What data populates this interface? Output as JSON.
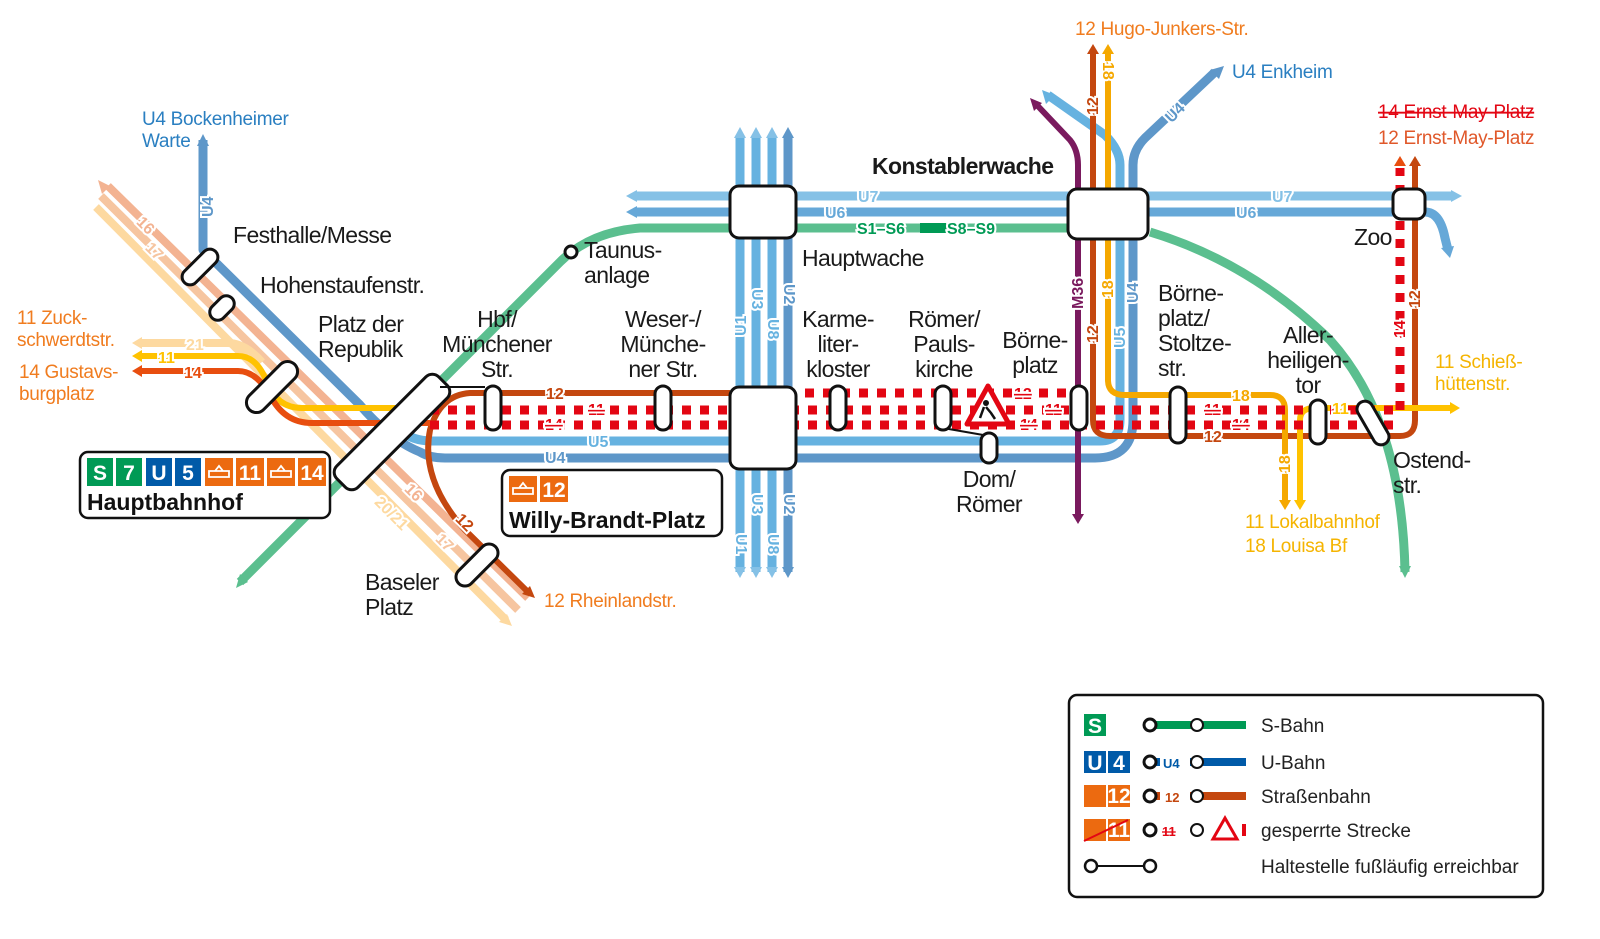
{
  "colors": {
    "sbahn": "#5bbf8f",
    "sbahn_dark": "#009a55",
    "ubahn_dark": "#005aa8",
    "u4": "#5e97c9",
    "u5": "#66b2e0",
    "u6": "#66a8d8",
    "u7": "#85c1e6",
    "tram12": "#c4470f",
    "tram11": "#ffc200",
    "tram14": "#e84e0f",
    "tram18": "#f5a800",
    "tram16": "#f3b392",
    "tram17": "#f6c5a0",
    "tram20_21": "#fdd9a0",
    "closed": "#e30613",
    "m36": "#7a1a5e",
    "tram_badge": "#ec6a10"
  },
  "stations": {
    "festhalle": "Festhalle/Messe",
    "hohenstaufen": "Hohenstaufenstr.",
    "platz_republik": [
      "Platz der",
      "Republik"
    ],
    "hbf_muenchener": [
      "Hbf/",
      "Münchener",
      "Str."
    ],
    "taunusanlage": [
      "Taunus-",
      "anlage"
    ],
    "weser": [
      "Weser-/",
      "Münche-",
      "ner Str."
    ],
    "hauptwache": "Hauptwache",
    "karmeliter": [
      "Karme-",
      "liter-",
      "kloster"
    ],
    "roemer": [
      "Römer/",
      "Pauls-",
      "kirche"
    ],
    "dom": [
      "Dom/",
      "Römer"
    ],
    "boerneplatz": [
      "Börne-",
      "platz"
    ],
    "konstabler": "Konstablerwache",
    "boerneplatz_stoltze": [
      "Börne-",
      "platz/",
      "Stoltze-",
      "str."
    ],
    "allerheiligentor": [
      "Aller-",
      "heiligen-",
      "tor"
    ],
    "zoo": "Zoo",
    "ostendstr": [
      "Ostend-",
      "str."
    ],
    "baseler": [
      "Baseler",
      "Platz"
    ]
  },
  "hauptbahnhof": {
    "name": "Hauptbahnhof",
    "badges": [
      "S",
      "7",
      "U",
      "5",
      "11",
      "14"
    ]
  },
  "willy_brandt": {
    "name": "Willy-Brandt-Platz",
    "badge": "12"
  },
  "destinations": {
    "u4_bockenheimer": [
      "U4 Bockenheimer",
      "Warte"
    ],
    "zuckschwerdt": [
      "11 Zuck-",
      "schwerdtstr."
    ],
    "gustavsburg": [
      "14 Gustavs-",
      "burgplatz"
    ],
    "rheinland": "12 Rheinlandstr.",
    "hugo_junkers": "12 Hugo-Junkers-Str.",
    "enkheim": "U4 Enkheim",
    "ernst_may_14": "14 Ernst-May-Platz",
    "ernst_may_12": "12 Ernst-May-Platz",
    "schiesshuetten": [
      "11 Schieß-",
      "hüttenstr."
    ],
    "lokalbahnhof": "11 Lokalbahnhof",
    "louisa": "18 Louisa Bf"
  },
  "line_labels": {
    "u4_west": "U4",
    "t16_nw": "16",
    "t17_nw": "17",
    "t21": "21",
    "t11_w": "11",
    "t14_w": "14",
    "u7": "U7",
    "u6": "U6",
    "s1_s6": "S1–S6",
    "s8_s9": "S8–S9",
    "u5": "U5",
    "u4": "U4",
    "t12_a": "12",
    "t11_closed": "11",
    "t14_closed": "14",
    "u1_n": "U1",
    "u3_n": "U3",
    "u8_n": "U8",
    "u2_n": "U2",
    "u1_s": "U1",
    "u3_s": "U3",
    "u8_s": "U8",
    "u2_s": "U2",
    "m36": "M36",
    "t18_n": "18",
    "t12_n": "12",
    "u4_ne": "U4",
    "t18_c": "18",
    "t12_c": "12",
    "u5_c": "U5",
    "u4_c": "U4",
    "t12_closed_b": "12",
    "t11_closed_b": "11",
    "t14_closed_b": "14",
    "t18_e": "18",
    "t12_e": "12",
    "t11_closed_c": "11",
    "t14_closed_c": "14",
    "t11_e": "11",
    "u7_e": "U7",
    "u6_e": "U6",
    "t14_zoo": "14",
    "t12_zoo": "12",
    "t18_s": "18",
    "t16_se": "16",
    "t20_21_se": "20/21",
    "t17_se": "17",
    "t12_sw": "12"
  },
  "legend": {
    "items": [
      {
        "badge": [
          "S"
        ],
        "label": "S-Bahn"
      },
      {
        "badge": [
          "U",
          "4"
        ],
        "line_label": "U4",
        "label": "U-Bahn"
      },
      {
        "badge": [
          "12"
        ],
        "line_label": "12",
        "label": "Straßenbahn"
      },
      {
        "badge": [
          "11"
        ],
        "line_label": "11",
        "label": "gesperrte Strecke"
      },
      {
        "label": "Haltestelle fußläufig erreichbar"
      }
    ]
  }
}
